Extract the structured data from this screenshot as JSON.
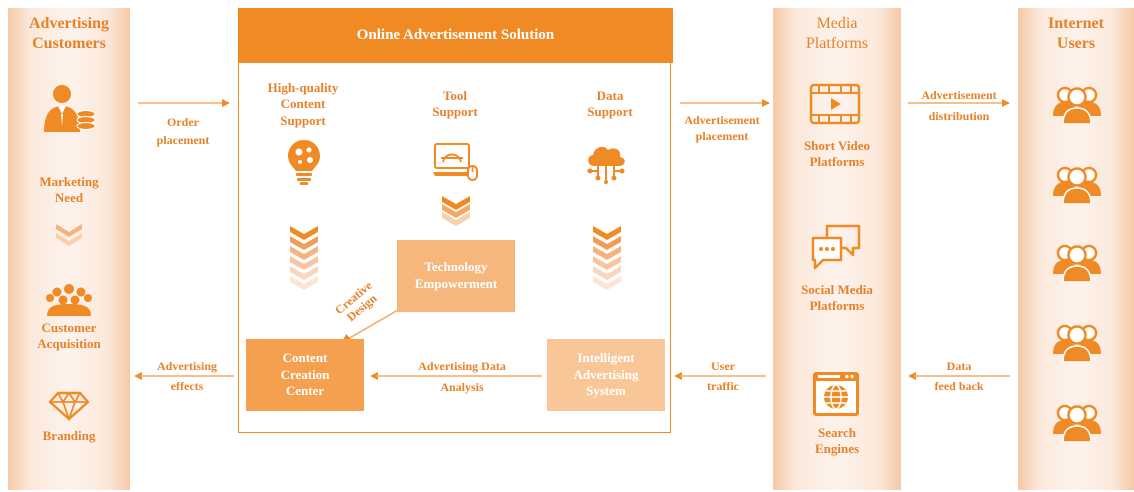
{
  "colors": {
    "accent": "#f08a24",
    "light_accent": "#f7b77c",
    "column_bg": "#fbe4d2"
  },
  "customers": {
    "title": "Advertising\nCustomers",
    "marketing_need": "Marketing\nNeed",
    "customer_acquisition": "Customer\nAcquisition",
    "branding": "Branding"
  },
  "solution": {
    "title": "Online Advertisement Solution",
    "content_support": "High-quality\nContent\nSupport",
    "tool_support": "Tool\nSupport",
    "data_support": "Data\nSupport",
    "technology_empowerment": "Technology\nEmpowerment",
    "creative_design": "Creative\nDesign",
    "content_creation_center": "Content\nCreation\nCenter",
    "intelligent_system": "Intelligent\nAdvertising\nSystem",
    "advertising_data_analysis": "Advertising Data\nAnalysis"
  },
  "arrows": {
    "order_placement": "Order\nplacement",
    "advertisement_placement": "Advertisement\nplacement",
    "advertisement_distribution": "Advertisement\ndistribution",
    "advertising_effects": "Advertising\neffects",
    "user_traffic": "User\ntraffic",
    "data_feedback": "Data\nfeed back"
  },
  "media": {
    "title": "Media\nPlatforms",
    "short_video": "Short Video\nPlatforms",
    "social_media": "Social Media\nPlatforms",
    "search_engines": "Search\nEngines"
  },
  "users": {
    "title": "Internet\nUsers"
  },
  "icons": [
    "businessman-icon",
    "crowd-icon",
    "diamond-icon",
    "lightbulb-icon",
    "laptop-icon",
    "cloud-network-icon",
    "video-player-icon",
    "chat-icon",
    "browser-globe-icon",
    "user-group-icon"
  ]
}
